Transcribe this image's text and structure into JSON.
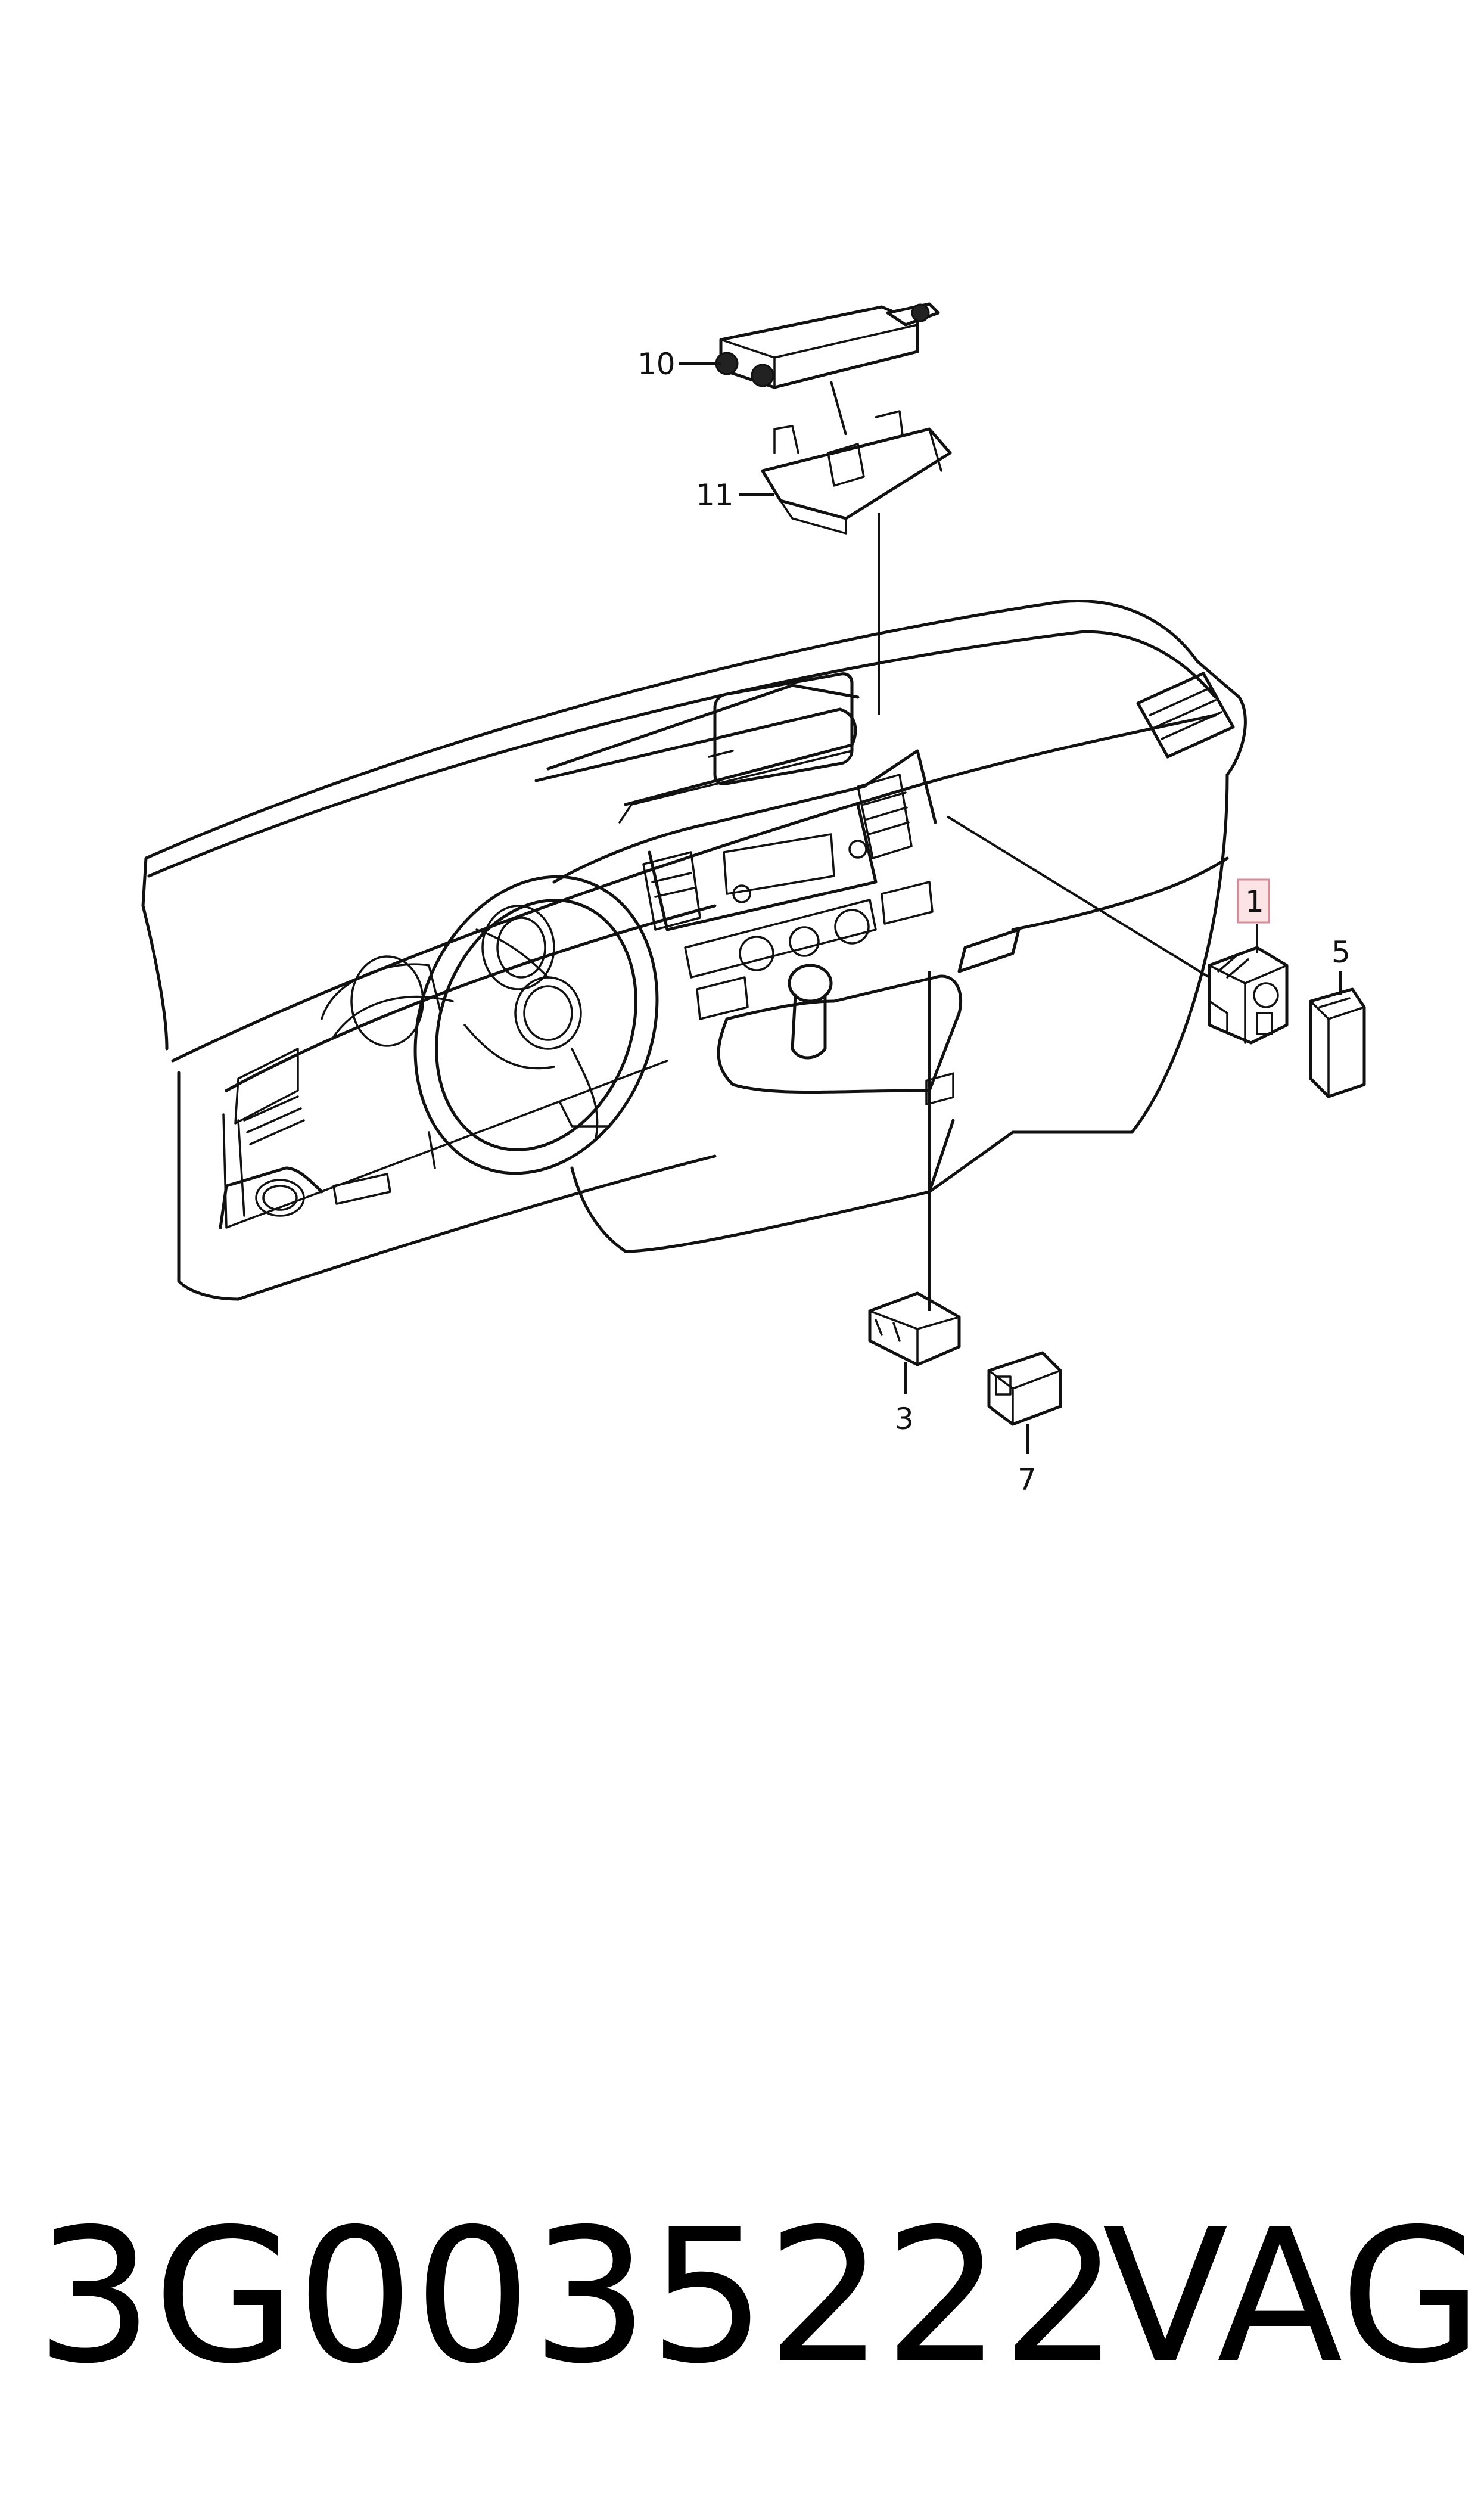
{
  "callouts": {
    "c10": "10",
    "c11": "11",
    "c1": "1",
    "c5": "5",
    "c3": "3",
    "c7": "7"
  },
  "footer": {
    "part_number": "3G0035222",
    "brand": "VAG"
  },
  "colors": {
    "line": "#111111",
    "highlight_fill": "#fbe3e6",
    "highlight_border": "#d88a97",
    "background": "#ffffff"
  }
}
